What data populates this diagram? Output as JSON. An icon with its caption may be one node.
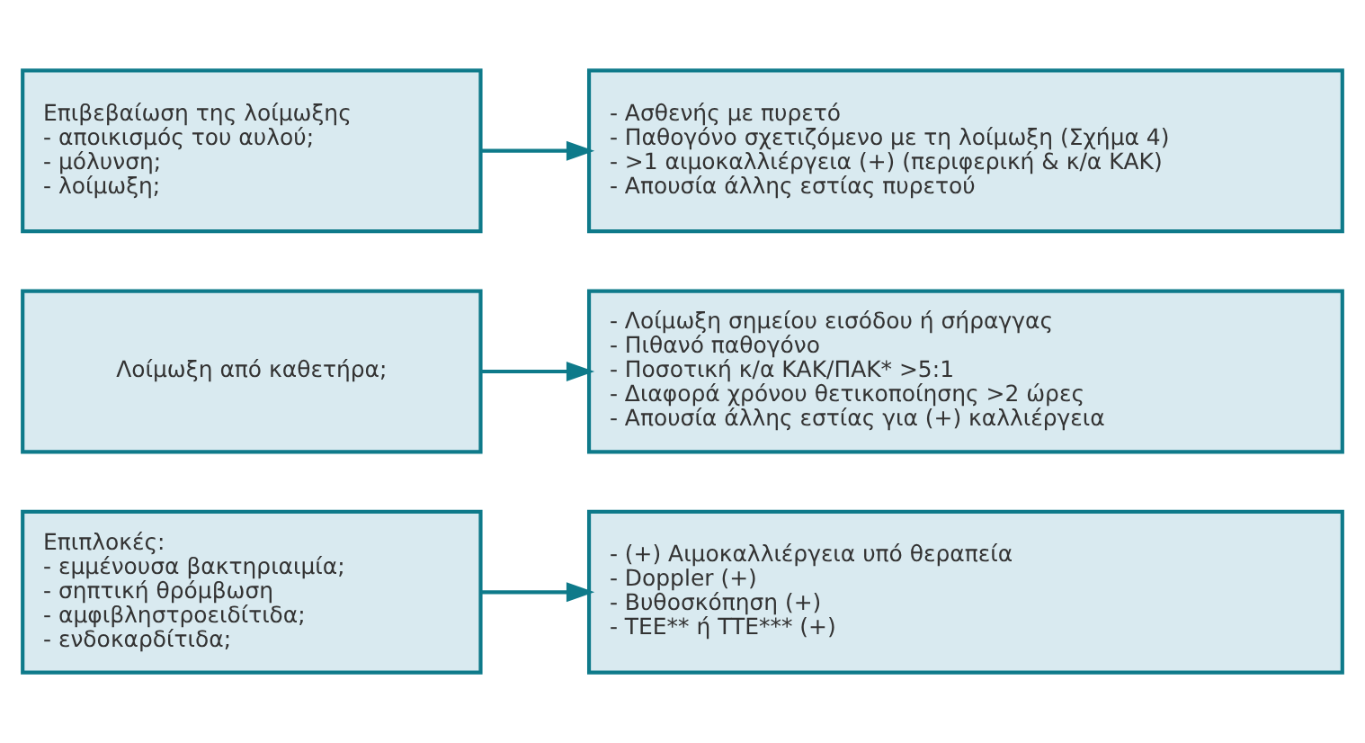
{
  "diagram": {
    "nodes": [
      {
        "text": [
          "Επιβεβαίωση της λοίμωξης",
          "- αποικισμός του αυλού;",
          "- μόλυνση;",
          "- λοίμωξη;"
        ]
      },
      {
        "text": [
          "- Ασθενής με πυρετό",
          "- Παθογόνο σχετιζόμενο με τη λοίμωξη (Σχήμα 4)",
          "- >1 αιμοκαλλιέργεια (+) (περιφερική & κ/α ΚΑΚ)",
          "- Απουσία άλλης εστίας πυρετού"
        ]
      },
      {
        "text": [
          "Λοίμωξη από καθετήρα;"
        ]
      },
      {
        "text": [
          "- Λοίμωξη σημείου εισόδου ή σήραγγας",
          "- Πιθανό παθογόνο",
          "- Ποσοτική κ/α ΚΑΚ/ΠΑΚ* >5:1",
          "- Διαφορά χρόνου θετικοποίησης >2 ώρες",
          "- Απουσία άλλης εστίας για (+) καλλιέργεια"
        ]
      },
      {
        "text": [
          "Επιπλοκές:",
          "- εμμένουσα βακτηριαιμία;",
          "- σηπτική θρόμβωση",
          "- αμφιβληστροειδίτιδα;",
          "- ενδοκαρδίτιδα;"
        ]
      },
      {
        "text": [
          "- (+) Αιμοκαλλιέργεια υπό θεραπεία",
          "- Doppler (+)",
          "- Βυθοσκόπηση (+)",
          "- TEE** ή TTE*** (+)"
        ]
      }
    ],
    "edges": [
      {
        "from": 0,
        "to": 1,
        "arrow": "to"
      },
      {
        "from": 2,
        "to": 3,
        "arrow": "to"
      },
      {
        "from": 4,
        "to": 5,
        "arrow": "to"
      }
    ]
  }
}
